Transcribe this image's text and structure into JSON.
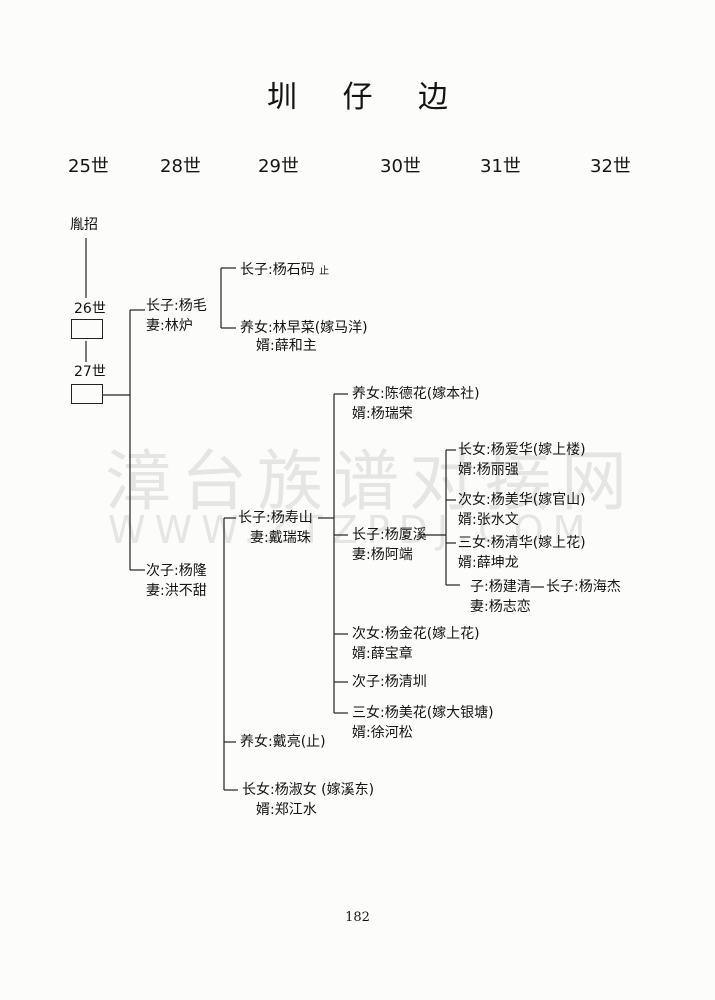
{
  "title": "圳 仔 边",
  "generations": [
    "25世",
    "28世",
    "29世",
    "30世",
    "31世",
    "32世"
  ],
  "root": "胤招",
  "gen26": "26世",
  "gen27": "27世",
  "n1": {
    "line1": "长子:杨毛",
    "line2": "妻:林炉"
  },
  "n1a": {
    "line1": "长子:杨石码",
    "mark": "止"
  },
  "n1b": {
    "line1": "养女:林早菜(嫁马洋)",
    "line2": "婿:薛和主"
  },
  "n2": {
    "line1": "次子:杨隆",
    "line2": "妻:洪不甜"
  },
  "n2a": {
    "line1": "长子:杨寿山",
    "line2": "妻:戴瑞珠"
  },
  "n2a1": {
    "line1": "养女:陈德花(嫁本社)",
    "line2": "婿:杨瑞荣"
  },
  "n2a2": {
    "line1": "长子:杨厦溪",
    "line2": "妻:杨阿端"
  },
  "n2a2a": {
    "line1": "长女:杨爱华(嫁上楼)",
    "line2": "婿:杨丽强"
  },
  "n2a2b": {
    "line1": "次女:杨美华(嫁官山)",
    "line2": "婿:张水文"
  },
  "n2a2c": {
    "line1": "三女:杨清华(嫁上花)",
    "line2": "婿:薛坤龙"
  },
  "n2a2d": {
    "line1": "子:杨建清",
    "line2": "妻:杨志恋",
    "child": "长子:杨海杰"
  },
  "n2a3": {
    "line1": "次女:杨金花(嫁上花)",
    "line2": "婿:薛宝章"
  },
  "n2a4": {
    "line1": "次子:杨清圳"
  },
  "n2a5": {
    "line1": "三女:杨美花(嫁大银塘)",
    "line2": "婿:徐河松"
  },
  "n2b": {
    "line1": "养女:戴亮(止)"
  },
  "n2c": {
    "line1": "长女:杨淑女 (嫁溪东)",
    "line2": "婿:郑江水"
  },
  "watermark": "漳台族谱对接网",
  "watermark_url": "WWW.ZTZPDJ.COM",
  "page_number": "182"
}
